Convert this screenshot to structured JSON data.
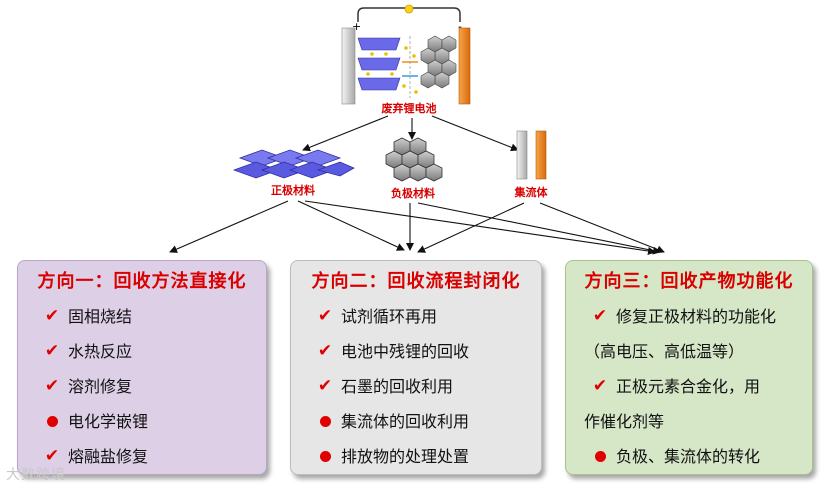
{
  "battery_label": "废弃锂电池",
  "plus_sign": "+",
  "minus_sign": "-",
  "components": {
    "cathode": "正极材料",
    "anode": "负极材料",
    "collector": "集流体"
  },
  "boxes": [
    {
      "title": "方向一：回收方法直接化",
      "items": [
        {
          "marker": "check",
          "text": "固相烧结"
        },
        {
          "marker": "check",
          "text": "水热反应"
        },
        {
          "marker": "check",
          "text": "溶剂修复"
        },
        {
          "marker": "dot",
          "text": "电化学嵌锂"
        },
        {
          "marker": "check",
          "text": "熔融盐修复"
        }
      ]
    },
    {
      "title": "方向二：回收流程封闭化",
      "items": [
        {
          "marker": "check",
          "text": "试剂循环再用"
        },
        {
          "marker": "check",
          "text": "电池中残锂的回收"
        },
        {
          "marker": "check",
          "text": "石墨的回收利用"
        },
        {
          "marker": "dot",
          "text": "集流体的回收利用"
        },
        {
          "marker": "dot",
          "text": "排放物的处理处置"
        }
      ]
    },
    {
      "title": "方向三：回收产物功能化",
      "items": [
        {
          "marker": "check",
          "text": "修复正极材料的功能化"
        },
        {
          "marker": "none",
          "text": "（高电压、高低温等）"
        },
        {
          "marker": "check",
          "text": "正极元素合金化，用"
        },
        {
          "marker": "none",
          "text": "作催化剂等"
        },
        {
          "marker": "dot",
          "text": "负极、集流体的转化"
        }
      ]
    }
  ],
  "watermark": "大数跨境",
  "colors": {
    "accent_red": "#d90000",
    "box1_bg": "#ddd0e6",
    "box2_bg": "#e6e6e6",
    "box3_bg": "#d6e7c8",
    "collector_orange": "#f08a24",
    "cathode_blue": "#5a5ae0"
  }
}
